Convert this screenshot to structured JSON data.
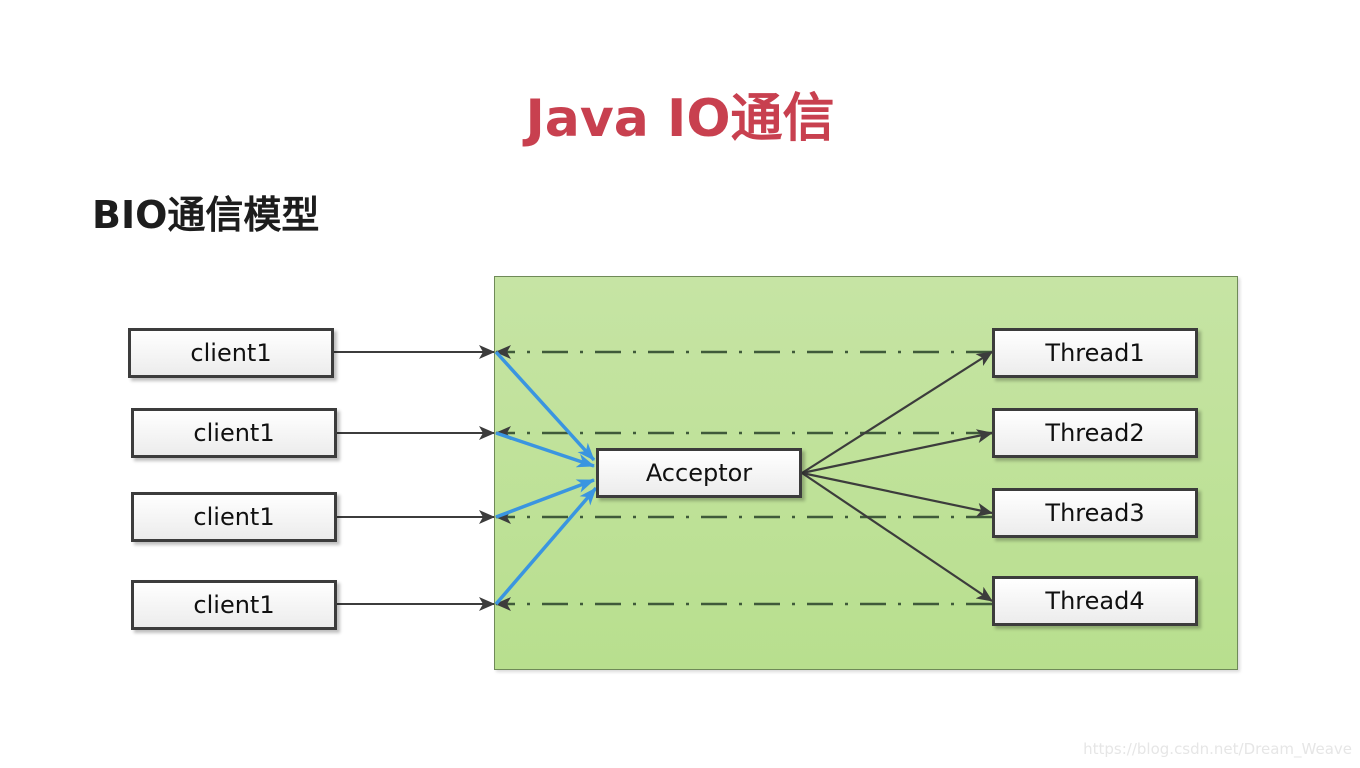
{
  "slide": {
    "title": "Java IO通信",
    "subtitle": "BIO通信模型",
    "watermark": "https://blog.csdn.net/Dream_Weave"
  },
  "colors": {
    "title": "#c8404f",
    "server_background": "#c1e29b",
    "accept_arrow": "#3a95e0",
    "line": "#3c3c3c"
  },
  "diagram": {
    "clients": [
      {
        "label": "client1"
      },
      {
        "label": "client1"
      },
      {
        "label": "client1"
      },
      {
        "label": "client1"
      }
    ],
    "acceptor": {
      "label": "Acceptor"
    },
    "threads": [
      {
        "label": "Thread1"
      },
      {
        "label": "Thread2"
      },
      {
        "label": "Thread3"
      },
      {
        "label": "Thread4"
      }
    ],
    "edges": [
      {
        "from": "client-1",
        "to": "server",
        "style": "solid"
      },
      {
        "from": "client-2",
        "to": "server",
        "style": "solid"
      },
      {
        "from": "client-3",
        "to": "server",
        "style": "solid"
      },
      {
        "from": "client-4",
        "to": "server",
        "style": "solid"
      },
      {
        "from": "server-entry",
        "to": "acceptor",
        "style": "blue-bold",
        "count": 4
      },
      {
        "from": "acceptor",
        "to": "thread-1",
        "style": "solid"
      },
      {
        "from": "acceptor",
        "to": "thread-2",
        "style": "solid"
      },
      {
        "from": "acceptor",
        "to": "thread-3",
        "style": "solid"
      },
      {
        "from": "acceptor",
        "to": "thread-4",
        "style": "solid"
      },
      {
        "from": "thread-1",
        "to": "client-1",
        "style": "dash-dot"
      },
      {
        "from": "thread-2",
        "to": "client-2",
        "style": "dash-dot"
      },
      {
        "from": "thread-3",
        "to": "client-3",
        "style": "dash-dot"
      },
      {
        "from": "thread-4",
        "to": "client-4",
        "style": "dash-dot"
      }
    ]
  }
}
